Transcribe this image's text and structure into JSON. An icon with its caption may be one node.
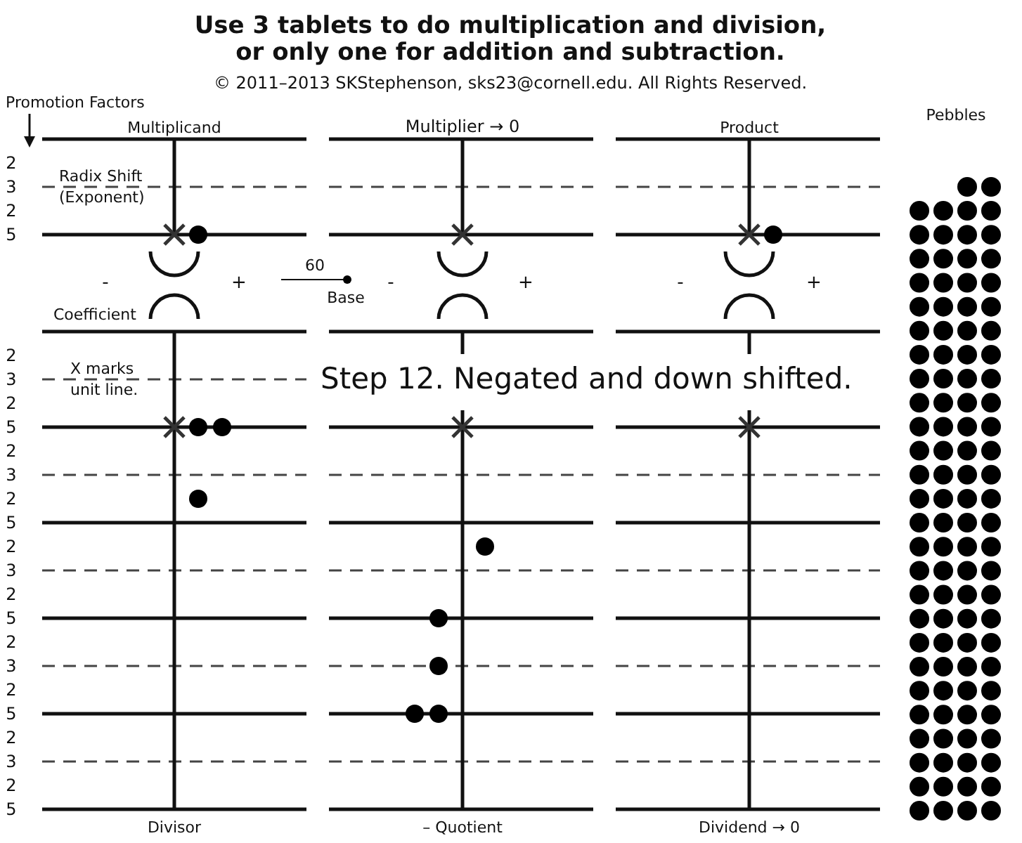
{
  "diagram": {
    "title": "Use 3 tablets to do multiplication and division, or only one for addition and subtraction.",
    "labels": [
      "© 2011–2013 SKStephenson, sks23@cornell.edu. All Rights Reserved.",
      "Promotion Factors",
      "Multiplicand",
      "Multiplier → 0",
      "Product",
      "Pebbles",
      "2",
      "3",
      "2",
      "5",
      "Radix Shift (Exponent)",
      "-",
      "+",
      "60",
      "Base",
      "-",
      "+",
      "-",
      "+",
      "Coefficient",
      "2",
      "3",
      "2",
      "5",
      "2",
      "3",
      "2",
      "5",
      "2",
      "3",
      "2",
      "5",
      "2",
      "3",
      "2",
      "5",
      "2",
      "3",
      "2",
      "5",
      "X marks unit line.",
      "Step 12. Negated and down shifted.",
      "Divisor",
      "– Quotient",
      "Dividend → 0"
    ]
  }
}
